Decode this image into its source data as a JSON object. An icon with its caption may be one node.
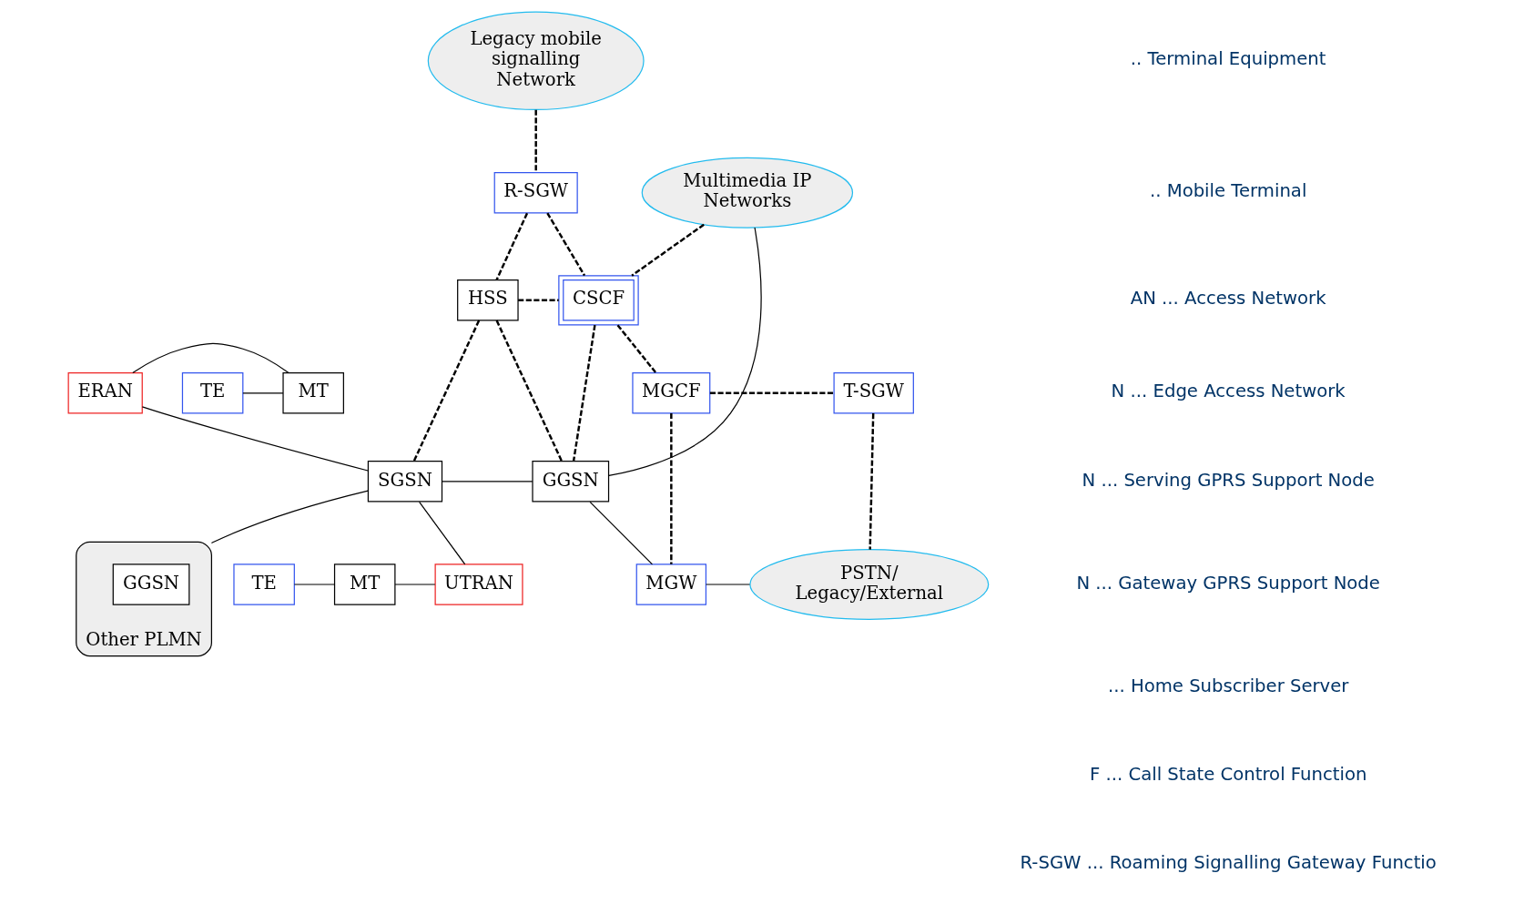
{
  "diagram": {
    "nodes": [
      {
        "text": [
          "Legacy mobile signalling Network"
        ]
      },
      {
        "text": [
          "Multimedia IP Networks"
        ]
      },
      {
        "text": [
          "R-SGW"
        ]
      },
      {
        "text": [
          "HSS"
        ]
      },
      {
        "text": [
          "CSCF"
        ]
      },
      {
        "text": [
          "TE"
        ]
      },
      {
        "text": [
          "MT"
        ]
      },
      {
        "text": [
          "ERAN"
        ]
      },
      {
        "text": [
          "SGSN"
        ]
      },
      {
        "text": [
          "GGSN"
        ]
      },
      {
        "text": [
          "MGCF"
        ]
      },
      {
        "text": [
          "T-SGW"
        ]
      },
      {
        "text": [
          "TE"
        ]
      },
      {
        "text": [
          "MT"
        ]
      },
      {
        "text": [
          "UTRAN"
        ]
      },
      {
        "text": [
          "MGW"
        ]
      },
      {
        "text": [
          "PSTN/ Legacy/External"
        ]
      },
      {
        "text": [
          "Other PLMN"
        ]
      },
      {
        "text": [
          "GGSN"
        ],
        "in": 17
      }
    ],
    "edges": [
      {
        "from": 0,
        "to": 2,
        "arrow": "none",
        "style": "dashed"
      },
      {
        "from": 2,
        "to": 4,
        "arrow": "none",
        "style": "dashed"
      },
      {
        "from": 2,
        "to": 3,
        "arrow": "none",
        "style": "dashed"
      },
      {
        "from": 3,
        "to": 4,
        "arrow": "none",
        "style": "dashed"
      },
      {
        "from": 1,
        "to": 4,
        "arrow": "none",
        "style": "dashed"
      },
      {
        "from": 3,
        "to": 8,
        "arrow": "none",
        "style": "dashed"
      },
      {
        "from": 3,
        "to": 9,
        "arrow": "none",
        "style": "dashed"
      },
      {
        "from": 4,
        "to": 9,
        "arrow": "none",
        "style": "dashed"
      },
      {
        "from": 4,
        "to": 10,
        "arrow": "none",
        "style": "dashed"
      },
      {
        "from": 10,
        "to": 11,
        "arrow": "none",
        "style": "dashed"
      },
      {
        "from": 11,
        "to": 16,
        "arrow": "none",
        "style": "dashed"
      },
      {
        "from": 10,
        "to": 15,
        "arrow": "none",
        "style": "dashed"
      },
      {
        "from": 5,
        "to": 6,
        "arrow": "none"
      },
      {
        "from": 6,
        "to": 7,
        "arrow": "none"
      },
      {
        "from": 7,
        "to": 8,
        "arrow": "none"
      },
      {
        "from": 12,
        "to": 13,
        "arrow": "none"
      },
      {
        "from": 13,
        "to": 14,
        "arrow": "none"
      },
      {
        "from": 14,
        "to": 8,
        "arrow": "none"
      },
      {
        "from": 8,
        "to": 9,
        "arrow": "none"
      },
      {
        "from": 9,
        "to": 1,
        "arrow": "none"
      },
      {
        "from": 9,
        "to": 15,
        "arrow": "none"
      },
      {
        "from": 15,
        "to": 16,
        "arrow": "none"
      },
      {
        "from": 8,
        "to": 17,
        "arrow": "none"
      }
    ],
    "labels": [
      ".. Terminal Equipment",
      ".. Mobile Terminal",
      "AN ... Access Network",
      "N ... Edge Access Network",
      "N ... Serving GPRS Support Node",
      "N ... Gateway GPRS Support Node",
      "... Home Subscriber Server",
      "F ... Call State Control Function",
      "R-SGW ... Roaming Signalling Gateway Functio"
    ]
  }
}
